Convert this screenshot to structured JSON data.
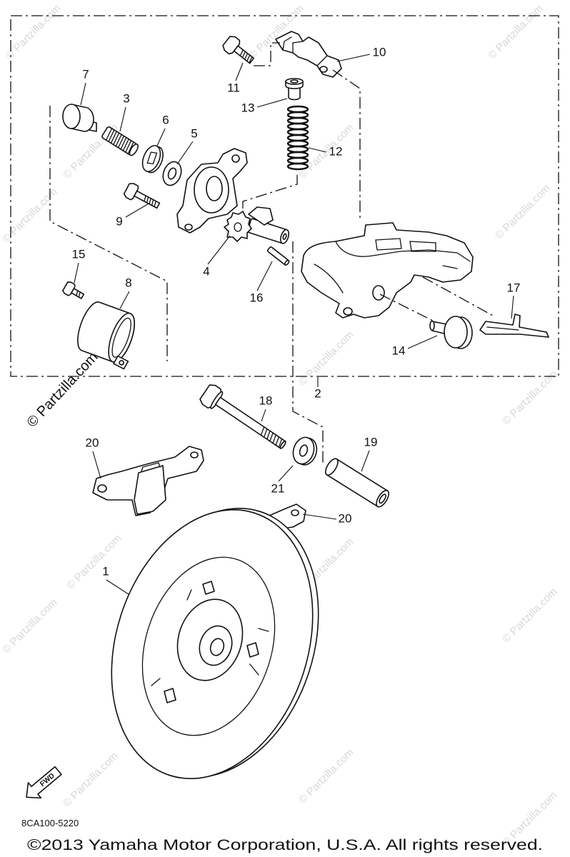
{
  "diagram": {
    "callouts": [
      "10",
      "11",
      "13",
      "12",
      "7",
      "3",
      "6",
      "5",
      "9",
      "4",
      "15",
      "8",
      "16",
      "17",
      "14",
      "2",
      "18",
      "20",
      "19",
      "21",
      "20",
      "1"
    ],
    "fwd_label": "FWD",
    "code": "8CA100-5220",
    "copyright": "©2013 Yamaha Motor Corporation, U.S.A. All rights reserved."
  },
  "watermark": {
    "text": "© Partzilla.com"
  },
  "colors": {
    "line": "#111111",
    "watermark": "#d8d8d8",
    "background": "#ffffff"
  }
}
